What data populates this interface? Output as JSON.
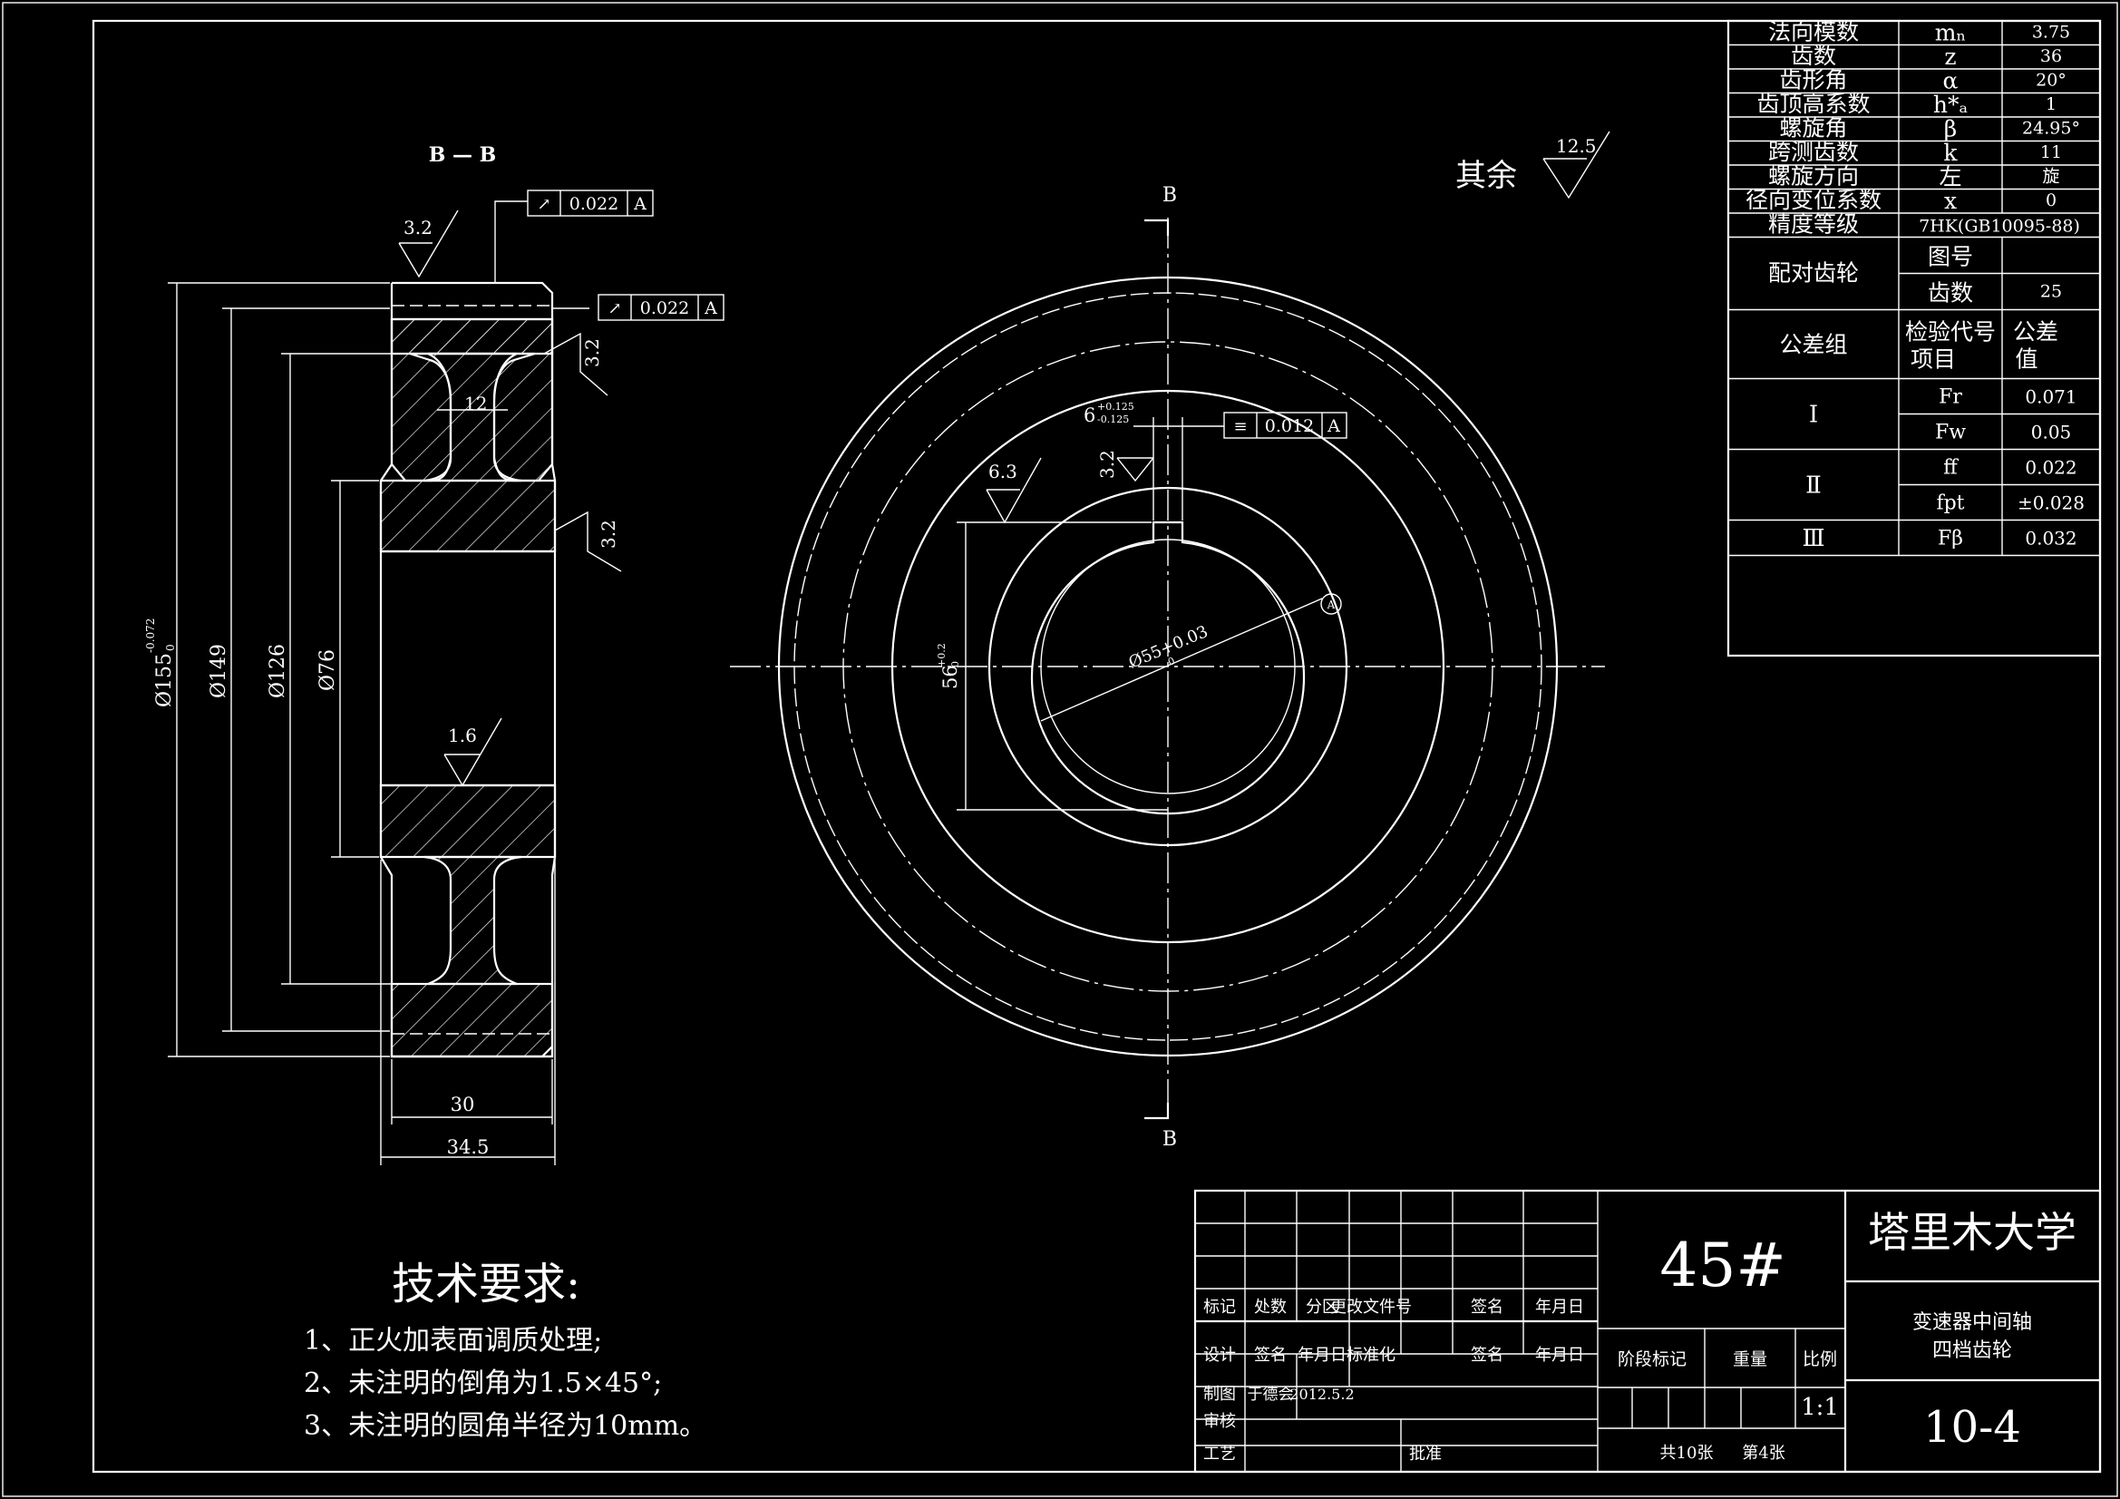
{
  "section_label": "B — B",
  "section_marks": {
    "top": "B",
    "bottom": "B"
  },
  "roughness": {
    "general_prefix": "其余",
    "general_value": "12.5",
    "side_top": "3.2",
    "side_face_1": "3.2",
    "side_face_2": "3.2",
    "bore": "1.6",
    "keyway_face": "3.2",
    "front_view": "6.3"
  },
  "tolerance_frames": [
    {
      "symbol": "↗",
      "value": "0.022",
      "datum": "A"
    },
    {
      "symbol": "↗",
      "value": "0.022",
      "datum": "A"
    },
    {
      "symbol": "≡",
      "value": "0.012",
      "datum": "A"
    }
  ],
  "dimensions": {
    "d155": "Ø155",
    "d155_tol_upper": "0",
    "d155_tol_lower": "-0.072",
    "d149": "Ø149",
    "d126": "Ø126",
    "d76": "Ø76",
    "web_12": "12",
    "width_30": "30",
    "width_34_5": "34.5",
    "key_width": "6",
    "key_width_tol_upper": "+0.125",
    "key_width_tol_lower": "-0.125",
    "key_depth": "56",
    "key_depth_tol_upper": "+0.2",
    "key_depth_tol_lower": "0",
    "bore_dia": "Ø55+0.03",
    "bore_dia_tol_lower": "0",
    "datum_label": "A"
  },
  "gear_table": [
    {
      "label": "法向模数",
      "symbol": "mₙ",
      "value": "3.75"
    },
    {
      "label": "齿数",
      "symbol": "z",
      "value": "36"
    },
    {
      "label": "齿形角",
      "symbol": "α",
      "value": "20°"
    },
    {
      "label": "齿顶高系数",
      "symbol": "h*ₐ",
      "value": "1"
    },
    {
      "label": "螺旋角",
      "symbol": "β",
      "value": "24.95°"
    },
    {
      "label": "跨测齿数",
      "symbol": "k",
      "value": "11"
    },
    {
      "label": "螺旋方向",
      "symbol": "左",
      "value": "旋"
    },
    {
      "label": "径向变位系数",
      "symbol": "x",
      "value": "0"
    },
    {
      "label": "精度等级",
      "value": "7HK(GB10095-88)"
    }
  ],
  "mating_gear": {
    "label": "配对齿轮",
    "rows": [
      {
        "label": "图号",
        "value": ""
      },
      {
        "label": "齿数",
        "value": "25"
      }
    ]
  },
  "tolerance_group": {
    "header_label": "公差组",
    "header_item": "检验代号",
    "header_item2": "项目",
    "header_value": "公差",
    "header_value2": "值",
    "groups": [
      {
        "name": "Ⅰ",
        "items": [
          {
            "code": "Fr",
            "value": "0.071"
          },
          {
            "code": "Fw",
            "value": "0.05"
          }
        ]
      },
      {
        "name": "Ⅱ",
        "items": [
          {
            "code": "ff",
            "value": "0.022"
          },
          {
            "code": "fpt",
            "value": "±0.028"
          }
        ]
      },
      {
        "name": "Ⅲ",
        "items": [
          {
            "code": "Fβ",
            "value": "0.032"
          }
        ]
      }
    ]
  },
  "tech_requirements": {
    "title": "技术要求:",
    "items": [
      "1、正火加表面调质处理;",
      "2、未注明的倒角为1.5×45°;",
      "3、未注明的圆角半径为10mm。"
    ]
  },
  "title_block": {
    "material": "45#",
    "school": "塔里木大学",
    "part_name_1": "变速器中间轴",
    "part_name_2": "四档齿轮",
    "drawing_no": "10-4",
    "scale_label": "比例",
    "scale": "1:1",
    "stage_label": "阶段标记",
    "weight_label": "重量",
    "sheets": "共10张",
    "sheet_no": "第4张",
    "rev_headers": [
      "标记",
      "处数",
      "分区",
      "更改文件号",
      "签名",
      "年月日"
    ],
    "sign_headers": [
      "设计",
      "签名",
      "年月日",
      "标准化",
      "签名",
      "年月日"
    ],
    "drawn_label": "制图",
    "drawn_by": "于德会",
    "drawn_date": "2012.5.2",
    "check_label": "审核",
    "process_label": "工艺",
    "approve_label": "批准"
  }
}
